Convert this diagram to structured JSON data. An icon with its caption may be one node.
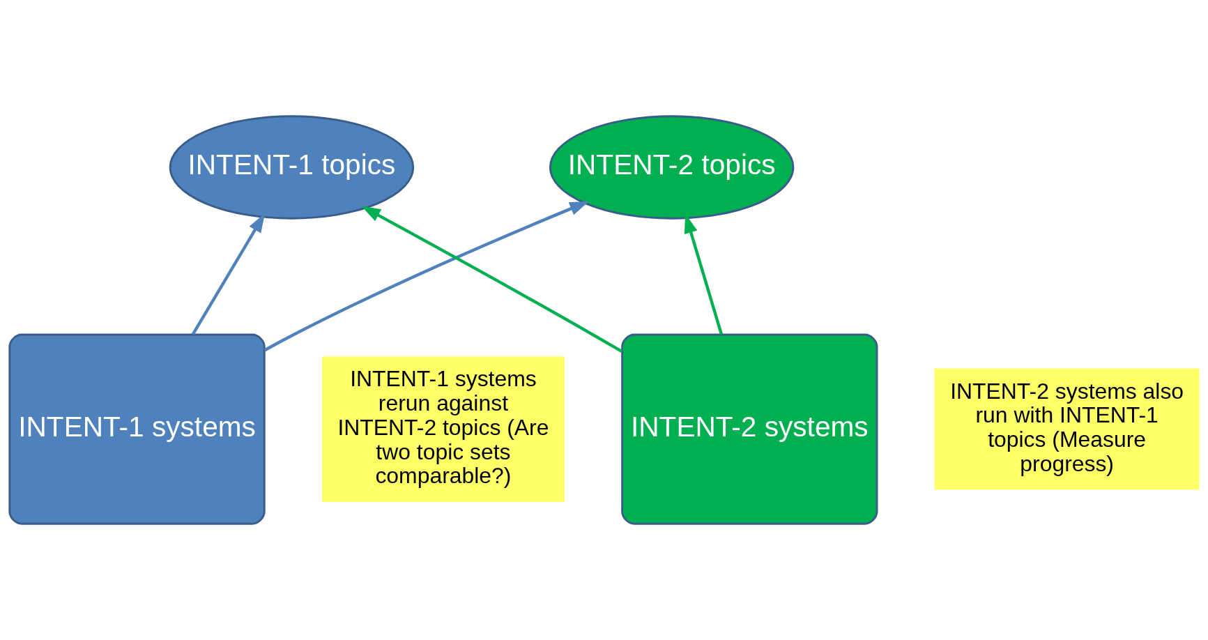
{
  "diagram": {
    "nodes": [
      {
        "text": [
          "INTENT-1 topics"
        ]
      },
      {
        "text": [
          "INTENT-2 topics"
        ]
      },
      {
        "text": [
          "INTENT-1 systems"
        ]
      },
      {
        "text": [
          "INTENT-2 systems"
        ]
      }
    ],
    "edges": [
      {
        "from": 2,
        "to": 0,
        "arrow": "to",
        "color": "#4f81bd"
      },
      {
        "from": 3,
        "to": 1,
        "arrow": "to",
        "color": "#00b050"
      },
      {
        "from": 2,
        "to": 1,
        "arrow": "to",
        "color": "#4f81bd"
      },
      {
        "from": 3,
        "to": 0,
        "arrow": "to",
        "color": "#00b050"
      }
    ],
    "labels": [
      "INTENT-1 systems rerun against INTENT-2 topics (Are two topic sets comparable?)",
      "INTENT-2 systems also run with INTENT-1 topics (Measure progress)"
    ]
  }
}
